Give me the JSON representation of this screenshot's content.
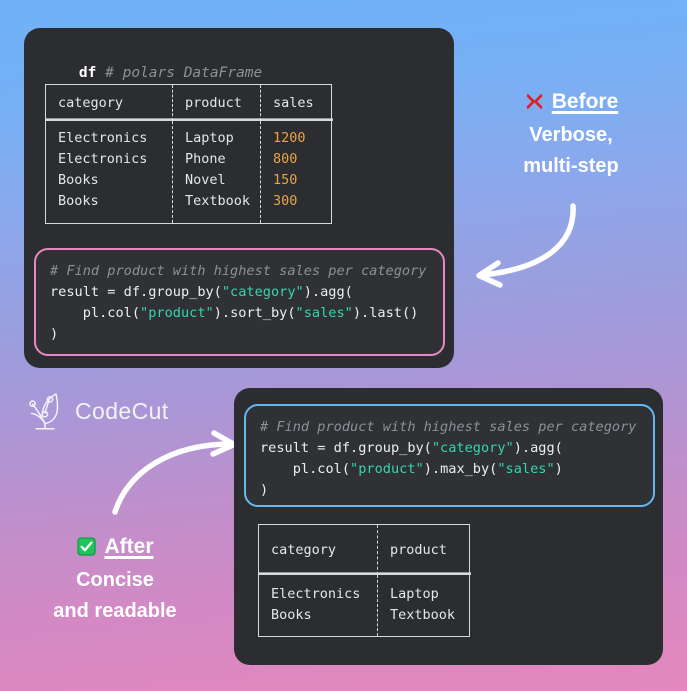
{
  "background": {
    "top_color": "#6fb2f7",
    "mid_color": "#9b9ede",
    "bottom_color": "#e488bd"
  },
  "brand": {
    "name": "CodeCut",
    "logo_icon": "codecut-leaf-logo-icon"
  },
  "before_section": {
    "caption": {
      "variable": "df",
      "comment": "# polars DataFrame"
    },
    "table": {
      "columns": [
        "category",
        "product",
        "sales"
      ],
      "rows": [
        [
          "Electronics",
          "Laptop",
          "1200"
        ],
        [
          "Electronics",
          "Phone",
          "800"
        ],
        [
          "Books",
          "Novel",
          "150"
        ],
        [
          "Books",
          "Textbook",
          "300"
        ]
      ],
      "numeric_color": "#e8a34a"
    },
    "code": {
      "border_color": "#e589c0",
      "comment": "# Find product with highest sales per category",
      "line1_a": "result = df.group_by(",
      "line1_str": "\"category\"",
      "line1_b": ").agg(",
      "line2_a": "    pl.col(",
      "line2_str1": "\"product\"",
      "line2_b": ").sort_by(",
      "line2_str2": "\"sales\"",
      "line2_c": ").last()",
      "line3": ")"
    },
    "label": {
      "icon": "cross-mark-icon",
      "title": "Before",
      "subtitle_line1": "Verbose,",
      "subtitle_line2": "multi-step"
    },
    "arrow_icon": "curved-arrow-left-icon"
  },
  "after_section": {
    "code": {
      "border_color": "#63b8f0",
      "comment": "# Find product with highest sales per category",
      "line1_a": "result = df.group_by(",
      "line1_str": "\"category\"",
      "line1_b": ").agg(",
      "line2_a": "    pl.col(",
      "line2_str1": "\"product\"",
      "line2_b": ").max_by(",
      "line2_str2": "\"sales\"",
      "line2_c": ")",
      "line3": ")"
    },
    "table": {
      "columns": [
        "category",
        "product"
      ],
      "rows": [
        [
          "Electronics",
          "Laptop"
        ],
        [
          "Books",
          "Textbook"
        ]
      ]
    },
    "label": {
      "icon": "check-mark-button-icon",
      "title": "After",
      "subtitle_line1": "Concise",
      "subtitle_line2": "and readable"
    },
    "arrow_icon": "curved-arrow-right-icon"
  }
}
